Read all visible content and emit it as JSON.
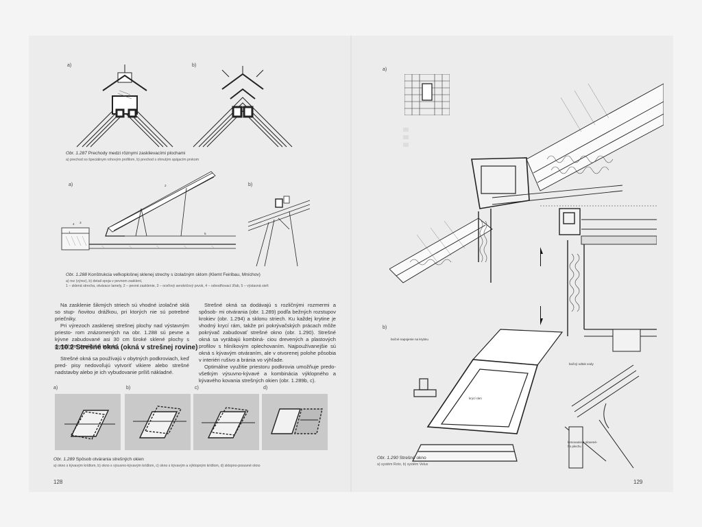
{
  "left": {
    "fig287": {
      "label_a": "a)",
      "label_b": "b)",
      "caption_num": "Obr. 1.287",
      "caption_title": "Prechody medzi rôznymi zasklievacími plochami",
      "caption_sub": "a) prechod so špeciálnym rohovým profilom, b) prechod s ohnutým spájacím prvkom"
    },
    "fig288": {
      "label_a": "a)",
      "label_b": "b)",
      "callouts": [
        "1",
        "2",
        "3",
        "4",
        "5"
      ],
      "caption_num": "Obr. 1.288",
      "caption_title": "Konštrukcia veľkoplošnej sklenej strechy s izolačným sklom (Klemt Feiribau, Mníchov)",
      "caption_sub": [
        "a) rez (výrez), b) detail spoja v pevnom zasklení,",
        "1 – sklená strecha, otvárace lamely, 2 – pevné zasklenie, 3 – oceľový sendvičový prvok, 4 – odvodňovací žľab, 5 – výstavná sieň"
      ]
    },
    "col1": [
      "Na zasklenie šikmých striech sú vhodné izolačné sklá so stup- ňovitou drážkou, pri ktorých nie sú potrebné priečniky.",
      "Pri výrezoch zasklenej strešnej plochy nad výstavným priesto- rom znázornených na obr. 1.288 sú pevne a kývne zabudované asi 30 cm široké sklené plochy s presahom vonkajšej tabule."
    ],
    "heading": "1.10.2 Strešné okná (okná v strešnej rovine)",
    "col1b": [
      "Strešné okná sa používajú v obytných podkroviach, keď pred- pisy nedovoľujú vytvoriť vikiere alebo strešné nadstavby alebo je ich vybudovanie príliš nákladné."
    ],
    "col2": [
      "Strešné okná sa dodávajú s rozličnými rozmermi a spôsob- mi otvárania (obr. 1.289) podľa bežných rozstupov krokiev (obr. 1.294) a sklonu striech. Ku každej krytine je vhodný krycí rám, takže pri pokrývačských prácach môže pokrývač zabudovať strešné okno (obr. 1.290). Strešné okná sa vyrábajú kombiná- ciou drevených a plastových profilov s hliníkovým oplechovaním. Najpoužívanejšie sú okná s kývavým otváraním, ale v otvorenej polohe pôsobia v interiéri rušivo a bránia vo výhľade.",
      "Optimálne využitie priestoru podkrovia umožňuje predo- všetkým výsuvno-kývavé a kombinácia výklopného a kývavého kovania strešných okien (obr. 1.289b, c)."
    ],
    "fig289": {
      "labels": [
        "a)",
        "b)",
        "c)",
        "d)"
      ],
      "caption_num": "Obr. 1.289",
      "caption_title": "Spôsob otvárania strešných okien",
      "caption_sub": "a) okno s kývavým krídlom, b) okno s výsuvno-kývavým krídlom, c) okno s kývavým a výklopným krídlom, d) sklopno-posuvné okno"
    },
    "page_number": "128"
  },
  "right": {
    "label_a": "a)",
    "label_b": "b)",
    "annotations": {
      "a1": "bočné napojenie na krytinu",
      "a2": "krycí rám",
      "a3": "bočný odtok vody",
      "a4": "lemovanie z olovené­ho plechu"
    },
    "fig290": {
      "caption_num": "Obr. 1.290",
      "caption_title": "Strešné okno",
      "caption_sub": "a) systém Roto, b) systém Velux"
    },
    "page_number": "129"
  }
}
